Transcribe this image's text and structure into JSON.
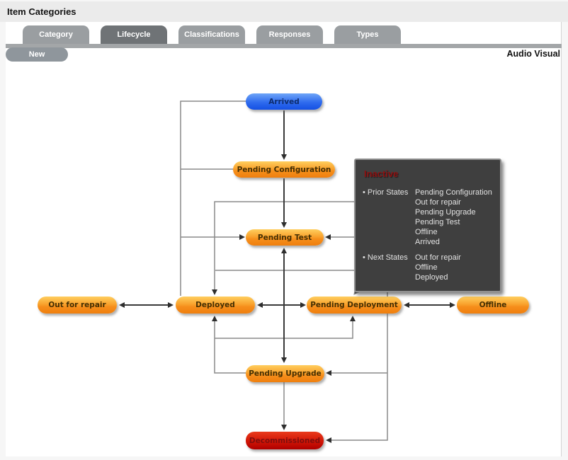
{
  "header": {
    "title": "Item Categories"
  },
  "tabs": [
    {
      "label": "Category",
      "active": false
    },
    {
      "label": "Lifecycle",
      "active": true
    },
    {
      "label": "Classifications",
      "active": false
    },
    {
      "label": "Responses",
      "active": false
    },
    {
      "label": "Types",
      "active": false
    }
  ],
  "toolbar": {
    "new_label": "New",
    "category_name": "Audio Visual"
  },
  "colors": {
    "state_default": "#F79422",
    "state_start": "#2B63EC",
    "state_end": "#CE0606",
    "tooltip_bg": "#3F3F3F",
    "tooltip_title": "#8F1111",
    "tab_active": "#6F7376",
    "tab_inactive": "#9A9EA1"
  },
  "diagram": {
    "nodes": [
      {
        "id": "arrived",
        "label": "Arrived",
        "type": "start"
      },
      {
        "id": "pending-configuration",
        "label": "Pending Configuration",
        "type": "default"
      },
      {
        "id": "pending-test",
        "label": "Pending Test",
        "type": "default"
      },
      {
        "id": "out-for-repair",
        "label": "Out for repair",
        "type": "default"
      },
      {
        "id": "deployed",
        "label": "Deployed",
        "type": "default"
      },
      {
        "id": "pending-deployment",
        "label": "Pending Deployment",
        "type": "default"
      },
      {
        "id": "offline",
        "label": "Offline",
        "type": "default"
      },
      {
        "id": "pending-upgrade",
        "label": "Pending Upgrade",
        "type": "default"
      },
      {
        "id": "decommissioned",
        "label": "Decommissioned",
        "type": "end"
      }
    ],
    "tooltip": {
      "title": "Inactive",
      "sections": [
        {
          "label": "Prior States",
          "values": [
            "Pending Configuration",
            "Out for repair",
            "Pending Upgrade",
            "Pending Test",
            "Offline",
            "Arrived"
          ]
        },
        {
          "label": "Next States",
          "values": [
            "Out for repair",
            "Offline",
            "Deployed"
          ]
        }
      ]
    }
  }
}
